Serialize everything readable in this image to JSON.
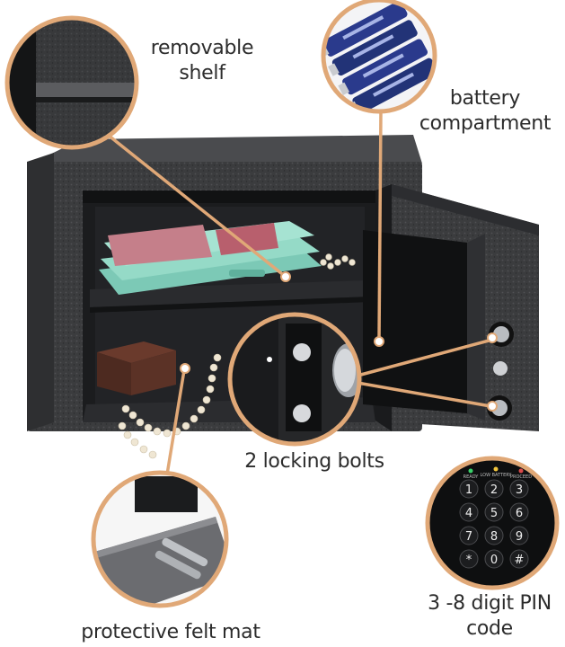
{
  "callouts": {
    "shelf": {
      "line1": "removable",
      "line2": "shelf"
    },
    "battery": {
      "line1": "battery",
      "line2": "compartment"
    },
    "bolts": {
      "text": "2 locking bolts"
    },
    "pin": {
      "line1": "3 -8 digit PIN",
      "line2": "code"
    },
    "felt": {
      "text": "protective felt mat"
    }
  },
  "keypad": {
    "keys": [
      "1",
      "2",
      "3",
      "4",
      "5",
      "6",
      "7",
      "8",
      "9",
      "*",
      "0",
      "#"
    ],
    "status": [
      "READY",
      "LOW BATTERY",
      "PROCEED"
    ]
  },
  "colors": {
    "accent": "#e0a877",
    "safe_body": "#3a3b3d",
    "safe_dark": "#1e1f21",
    "folder": "#8fd3c2"
  },
  "icons": [
    "battery-icon",
    "lock-bolt-icon",
    "keypad-icon",
    "felt-mat-icon"
  ]
}
